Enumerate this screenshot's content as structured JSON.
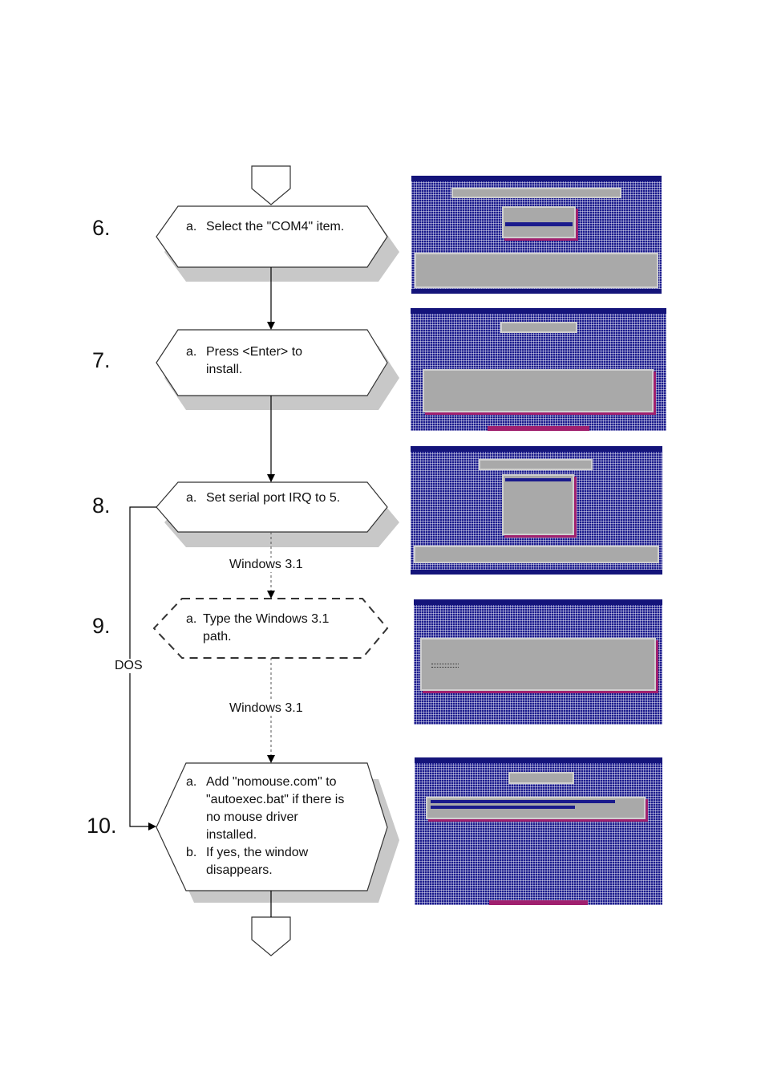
{
  "steps": [
    {
      "number": "6.",
      "items": [
        {
          "label": "a.",
          "text": "Select the \"COM4\" item."
        }
      ]
    },
    {
      "number": "7.",
      "items": [
        {
          "label": "a.",
          "text": "Press <Enter> to install."
        }
      ]
    },
    {
      "number": "8.",
      "items": [
        {
          "label": "a.",
          "text": "Set serial port IRQ to 5."
        }
      ]
    },
    {
      "number": "9.",
      "items": [
        {
          "label": "a.",
          "text": "Type the Windows 3.1 path."
        }
      ]
    },
    {
      "number": "10.",
      "items": [
        {
          "label": "a.",
          "text": "Add \"nomouse.com\" to \"autoexec.bat\" if there is no mouse driver installed."
        },
        {
          "label": "b.",
          "text": "If yes, the window disappears."
        }
      ]
    }
  ],
  "edge_labels": {
    "windows_8_to_9": "Windows 3.1",
    "windows_9_to_10": "Windows 3.1",
    "dos_8_to_10": "DOS"
  },
  "colors": {
    "screen_blue": "#1a1a8c",
    "screen_gray": "#a9a9a9",
    "screen_magenta": "#a0206e",
    "shadow": "#c8c8c8"
  }
}
